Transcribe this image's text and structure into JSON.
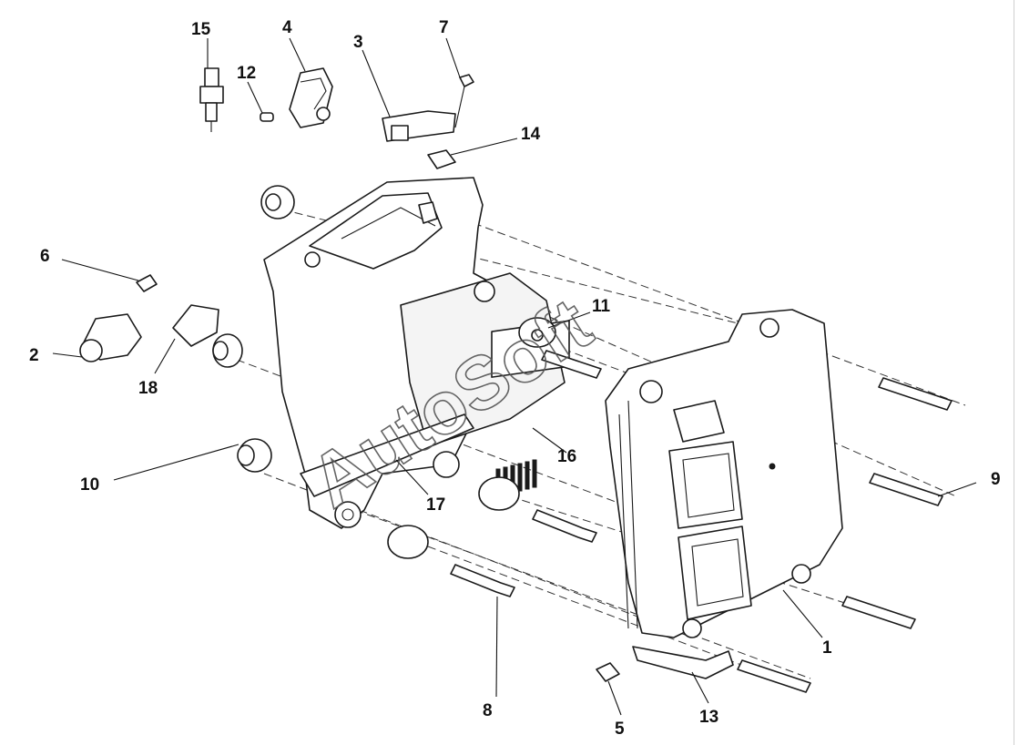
{
  "diagram": {
    "callouts": {
      "c1": "1",
      "c2": "2",
      "c3": "3",
      "c4": "4",
      "c5": "5",
      "c6": "6",
      "c7": "7",
      "c8": "8",
      "c9": "9",
      "c10": "10",
      "c11": "11",
      "c12": "12",
      "c13": "13",
      "c14": "14",
      "c15": "15",
      "c16": "16",
      "c17": "17",
      "c18": "18"
    },
    "watermark": "AutoSoft"
  }
}
